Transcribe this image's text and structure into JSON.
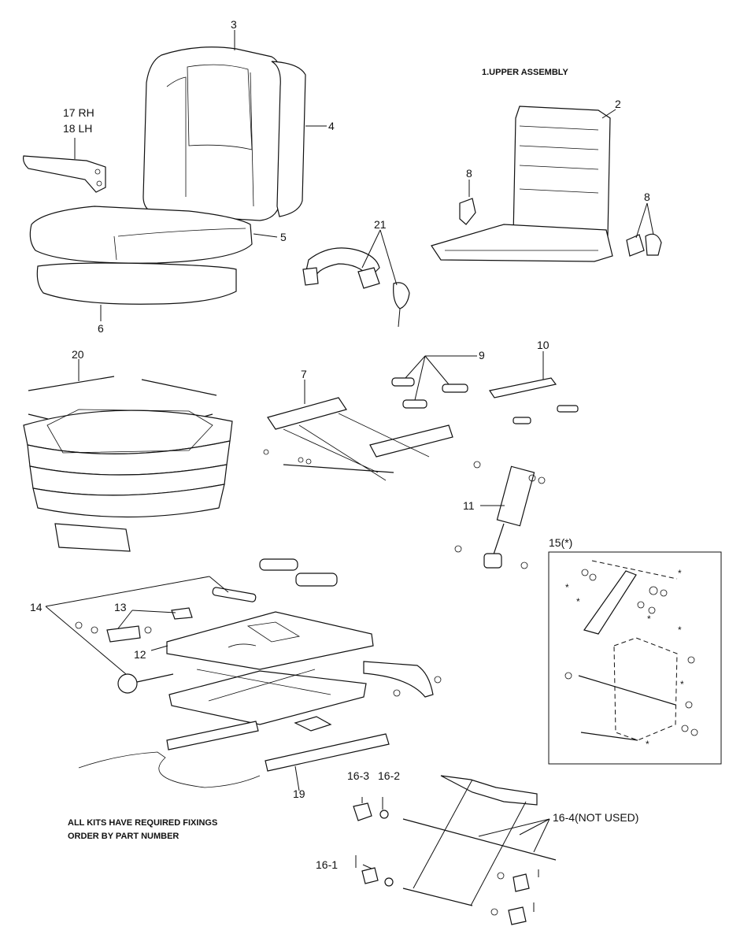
{
  "labels": {
    "upper_assembly": "1.UPPER ASSEMBLY",
    "p2": "2",
    "p3": "3",
    "p4": "4",
    "p5": "5",
    "p6": "6",
    "p7": "7",
    "p8a": "8",
    "p8b": "8",
    "p9": "9",
    "p10": "10",
    "p11": "11",
    "p12": "12",
    "p13": "13",
    "p14": "14",
    "p15": "15(*)",
    "p16_1": "16-1",
    "p16_2": "16-2",
    "p16_3": "16-3",
    "p16_4": "16-4(NOT USED)",
    "p17": "17 RH",
    "p18": "18 LH",
    "p19": "19",
    "p20": "20",
    "p21": "21"
  },
  "notes": {
    "line1": "ALL KITS HAVE REQUIRED FIXINGS",
    "line2": "ORDER BY PART NUMBER"
  },
  "star": "*"
}
